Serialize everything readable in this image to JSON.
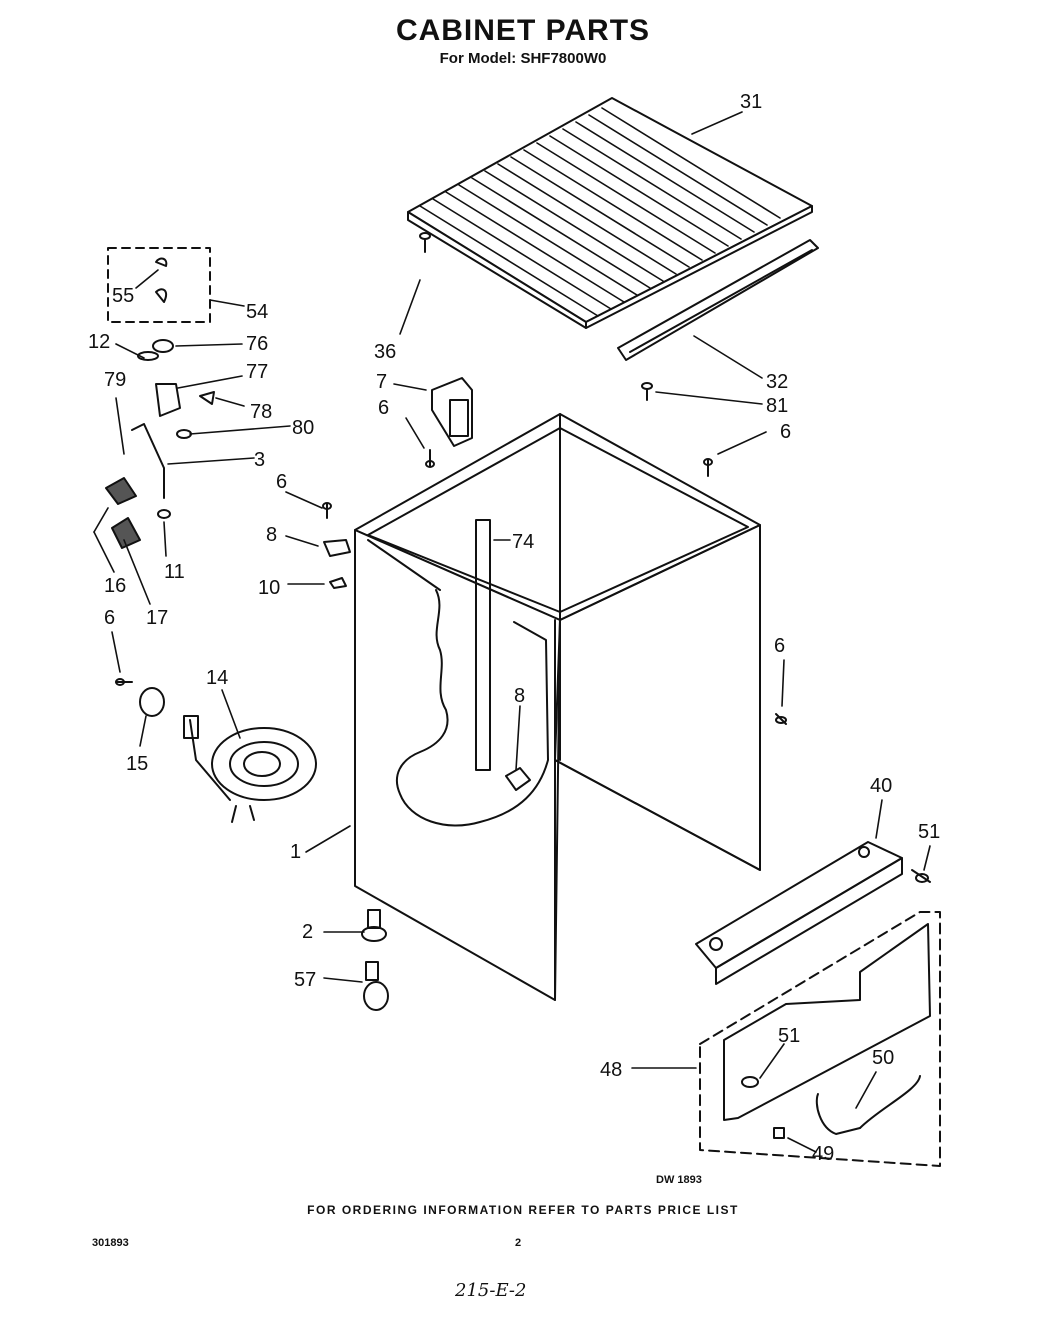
{
  "header": {
    "title": "CABINET PARTS",
    "subtitle": "For Model: SHF7800W0"
  },
  "diagram": {
    "part_labels": [
      "31",
      "36",
      "7",
      "6",
      "6",
      "81",
      "32",
      "55",
      "54",
      "12",
      "76",
      "77",
      "78",
      "79",
      "80",
      "3",
      "6",
      "8",
      "74",
      "10",
      "16",
      "11",
      "17",
      "6",
      "14",
      "8",
      "15",
      "6",
      "40",
      "51",
      "1",
      "2",
      "57",
      "48",
      "51",
      "50",
      "49"
    ],
    "drawing_code": "DW 1893"
  },
  "footer": {
    "ordering_note": "FOR ORDERING INFORMATION REFER TO PARTS PRICE LIST",
    "document_number": "301893",
    "page_number": "2",
    "handwritten_note": "215-E-2"
  }
}
